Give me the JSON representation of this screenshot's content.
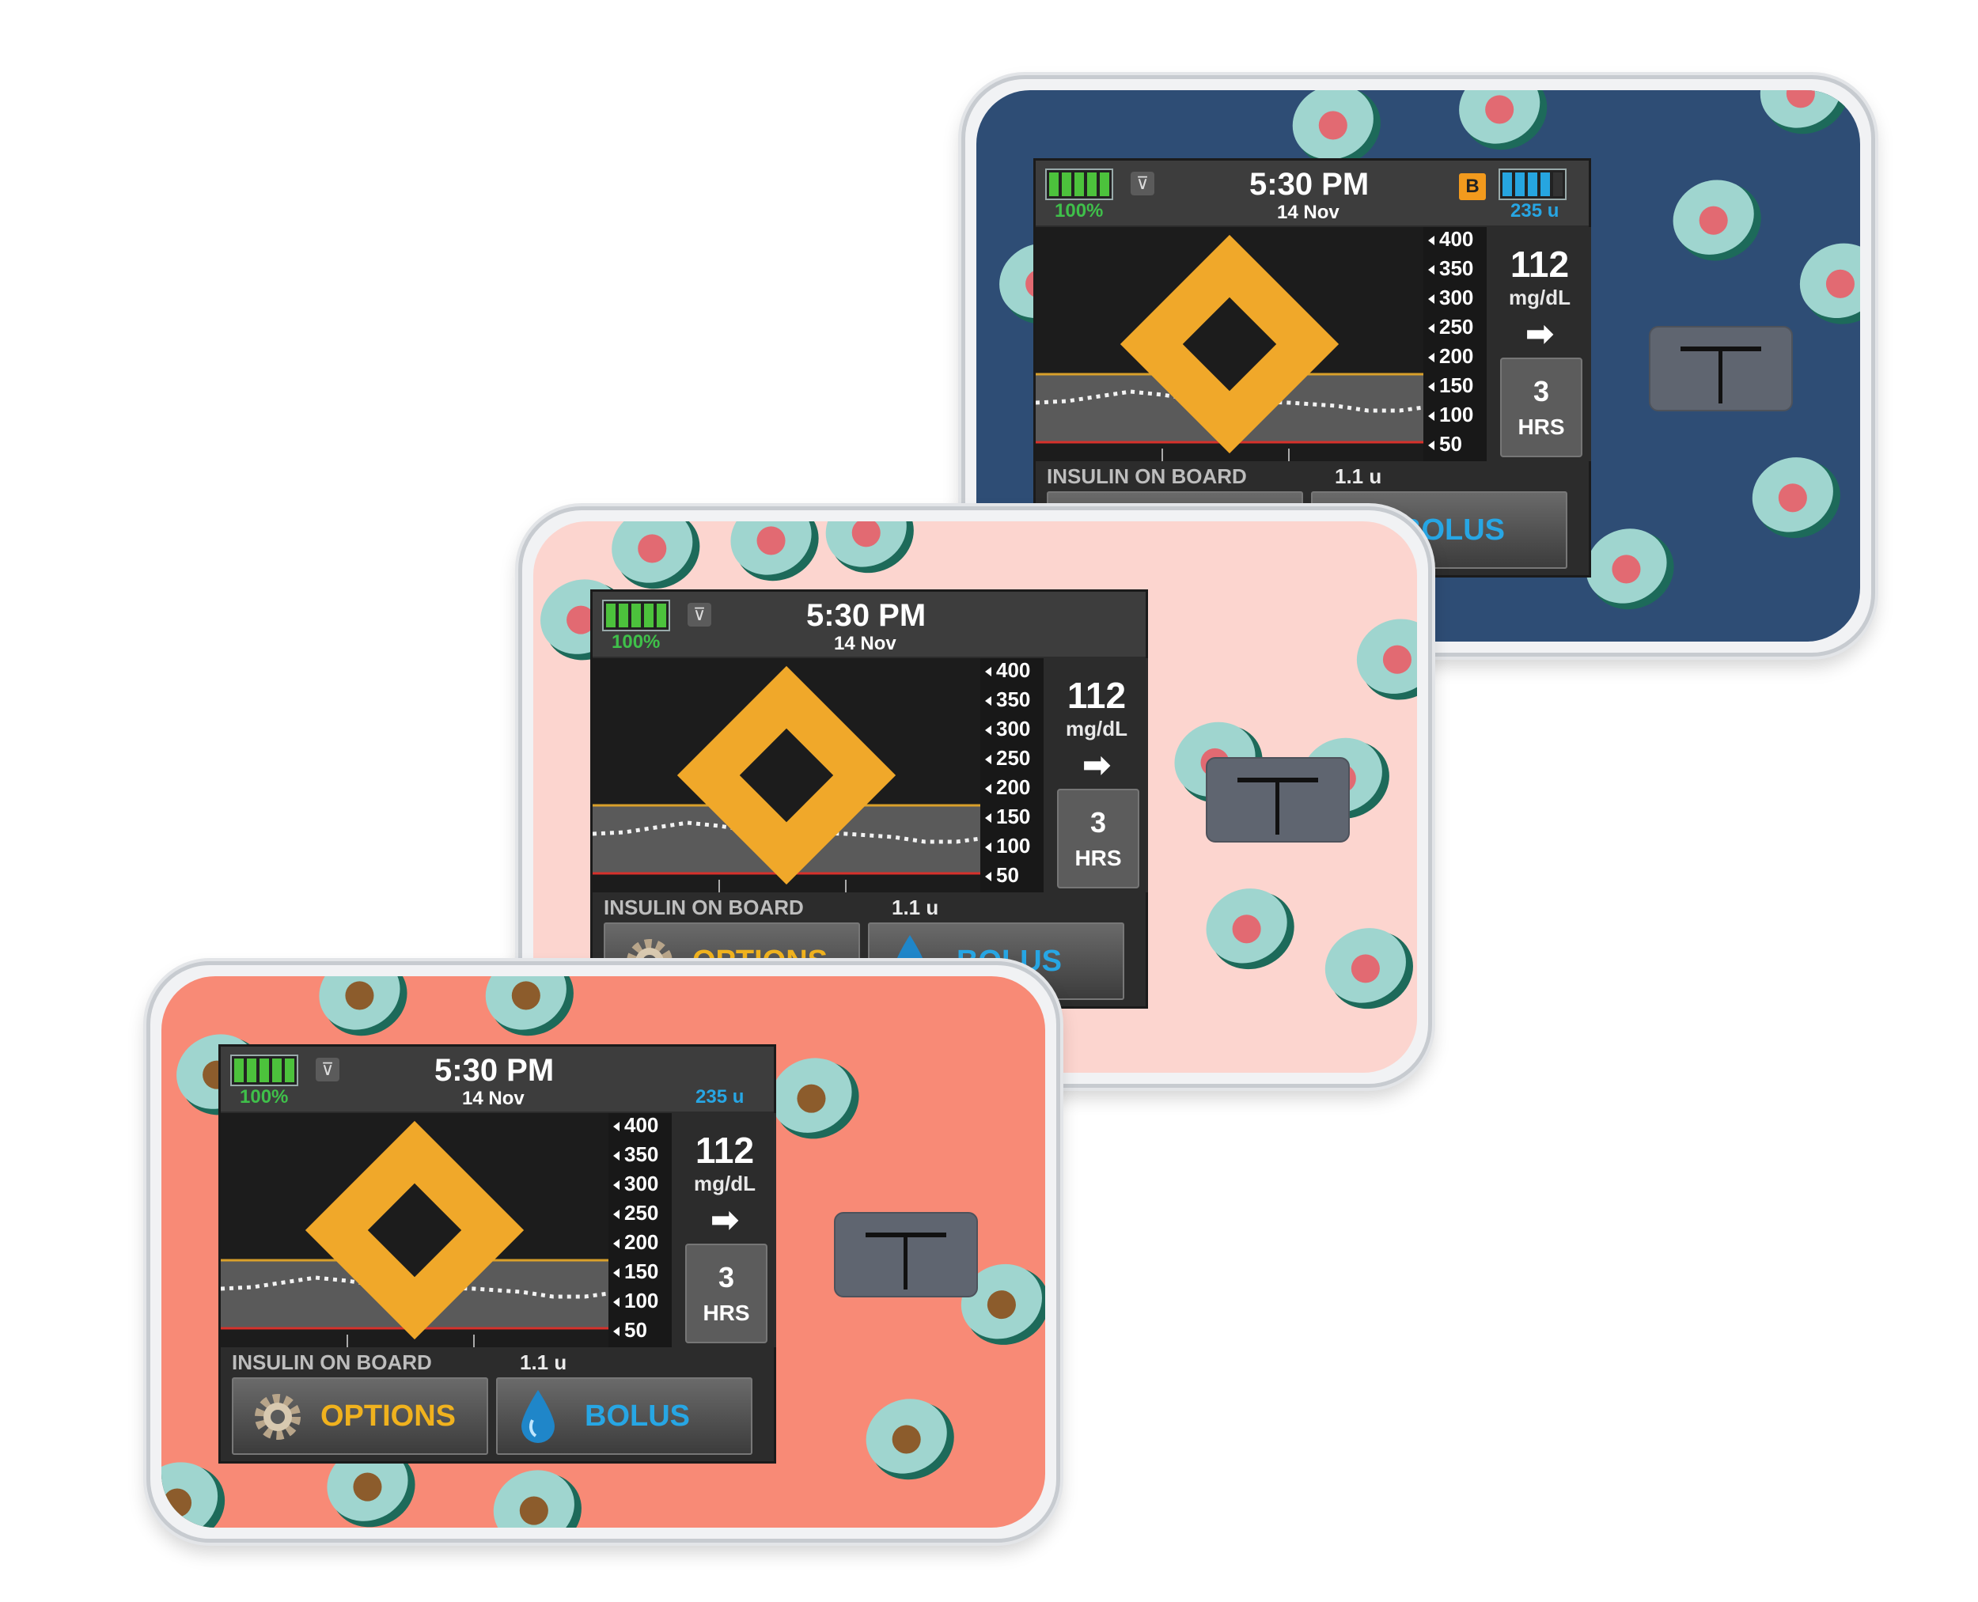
{
  "colors": {
    "skin_coral": "#f88a76",
    "skin_pink": "#fcd5cf",
    "skin_navy": "#2e4d75",
    "avocado_flesh": "#9fd5cf",
    "avocado_skin": "#1d6a5a",
    "pit_brown": "#8c5c2c",
    "pit_pink": "#e26a72",
    "battery_green": "#4cc23c",
    "insulin_blue": "#27a6e4",
    "options_yellow": "#f0b21e"
  },
  "screen": {
    "battery_percent": "100%",
    "time": "5:30 PM",
    "date": "14 Nov",
    "bolus_badge": "B",
    "insulin_remaining": "235 u",
    "glucose_value": "112",
    "glucose_unit": "mg/dL",
    "trend_arrow": "➡",
    "graph_range_value": "3",
    "graph_range_unit": "HRS",
    "y_ticks": [
      "400",
      "350",
      "300",
      "250",
      "200",
      "150",
      "100",
      "50"
    ],
    "iob_label": "INSULIN ON BOARD",
    "iob_value": "1.1 u",
    "options_label": "OPTIONS",
    "bolus_label": "BOLUS"
  },
  "devices": [
    {
      "name": "navy-avocado-skin"
    },
    {
      "name": "pink-avocado-skin"
    },
    {
      "name": "coral-avocado-skin"
    }
  ]
}
